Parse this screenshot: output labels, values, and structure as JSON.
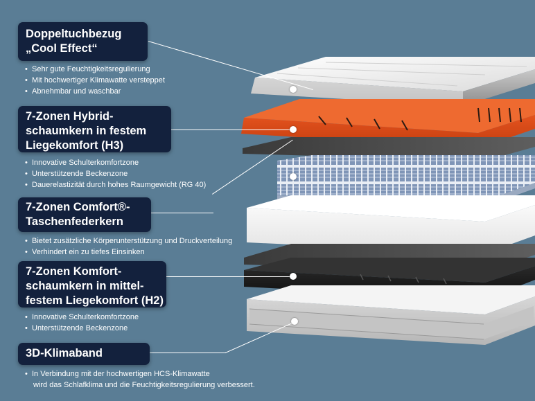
{
  "layers": [
    {
      "title_lines": [
        "Doppeltuchbezug",
        "„Cool Effect“"
      ],
      "bullets": [
        "Sehr gute Feuchtigkeitsregulierung",
        "Mit hochwertiger Klimawatte versteppet",
        "Abnehmbar und waschbar"
      ]
    },
    {
      "title_lines": [
        "7-Zonen Hybrid-",
        "schaumkern in festem",
        "Liegekomfort (H3)"
      ],
      "bullets": [
        "Innovative Schulterkomfortzone",
        "Unterstützende Beckenzone",
        "Dauerelastizität durch hohes Raumgewicht (RG 40)"
      ]
    },
    {
      "title_lines": [
        "7-Zonen Comfort®-",
        "Taschenfederkern"
      ],
      "bullets": [
        "Bietet zusätzliche Körperunterstützung und Druckverteilung",
        "Verhindert ein zu tiefes Einsinken"
      ]
    },
    {
      "title_lines": [
        "7-Zonen Komfort-",
        "schaumkern in  mittel-",
        "festem Liegekomfort (H2)"
      ],
      "bullets": [
        "Innovative Schulterkomfortzone",
        "Unterstützende Beckenzone"
      ]
    },
    {
      "title_lines": [
        "3D-Klimaband"
      ],
      "bullets": [
        "In Verbindung mit der hochwertigen HCS-Klimawatte",
        "wird das Schlafklima und die Feuchtigkeitsregulierung verbessert."
      ]
    }
  ],
  "colors": {
    "background": "#5a7d95",
    "label_bg": "#13213d",
    "foam_orange": "#e4531e",
    "cover_white": "#f2f2f2",
    "foam_black": "#1c1c1c"
  }
}
